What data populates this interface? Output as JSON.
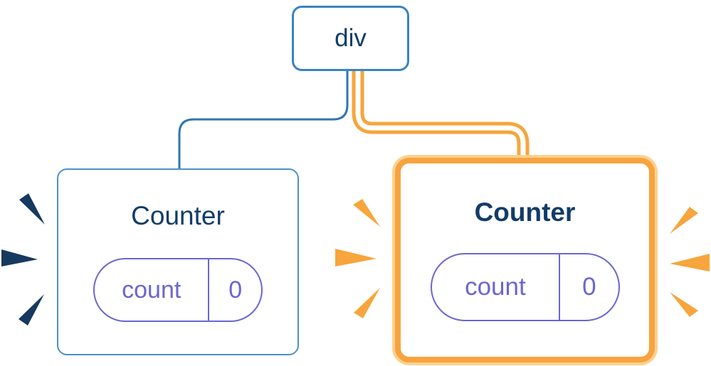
{
  "root_node": {
    "label": "div"
  },
  "left_counter": {
    "title": "Counter",
    "state_key": "count",
    "state_value": "0"
  },
  "right_counter": {
    "title": "Counter",
    "state_key": "count",
    "state_value": "0"
  },
  "colors": {
    "node_border_blue": "#3a83c2",
    "node_text": "#123c69",
    "connector_blue": "#2f76b5",
    "connector_orange": "#f7a53c",
    "connector_core": "#ffffff",
    "card_border_blue": "#4f8fca",
    "highlight_orange": "#f8a33e",
    "highlight_glow": "#fbd190",
    "pill_purple": "#6b66cf",
    "spark_navy": "#16395f",
    "spark_orange": "#f7a53c"
  }
}
